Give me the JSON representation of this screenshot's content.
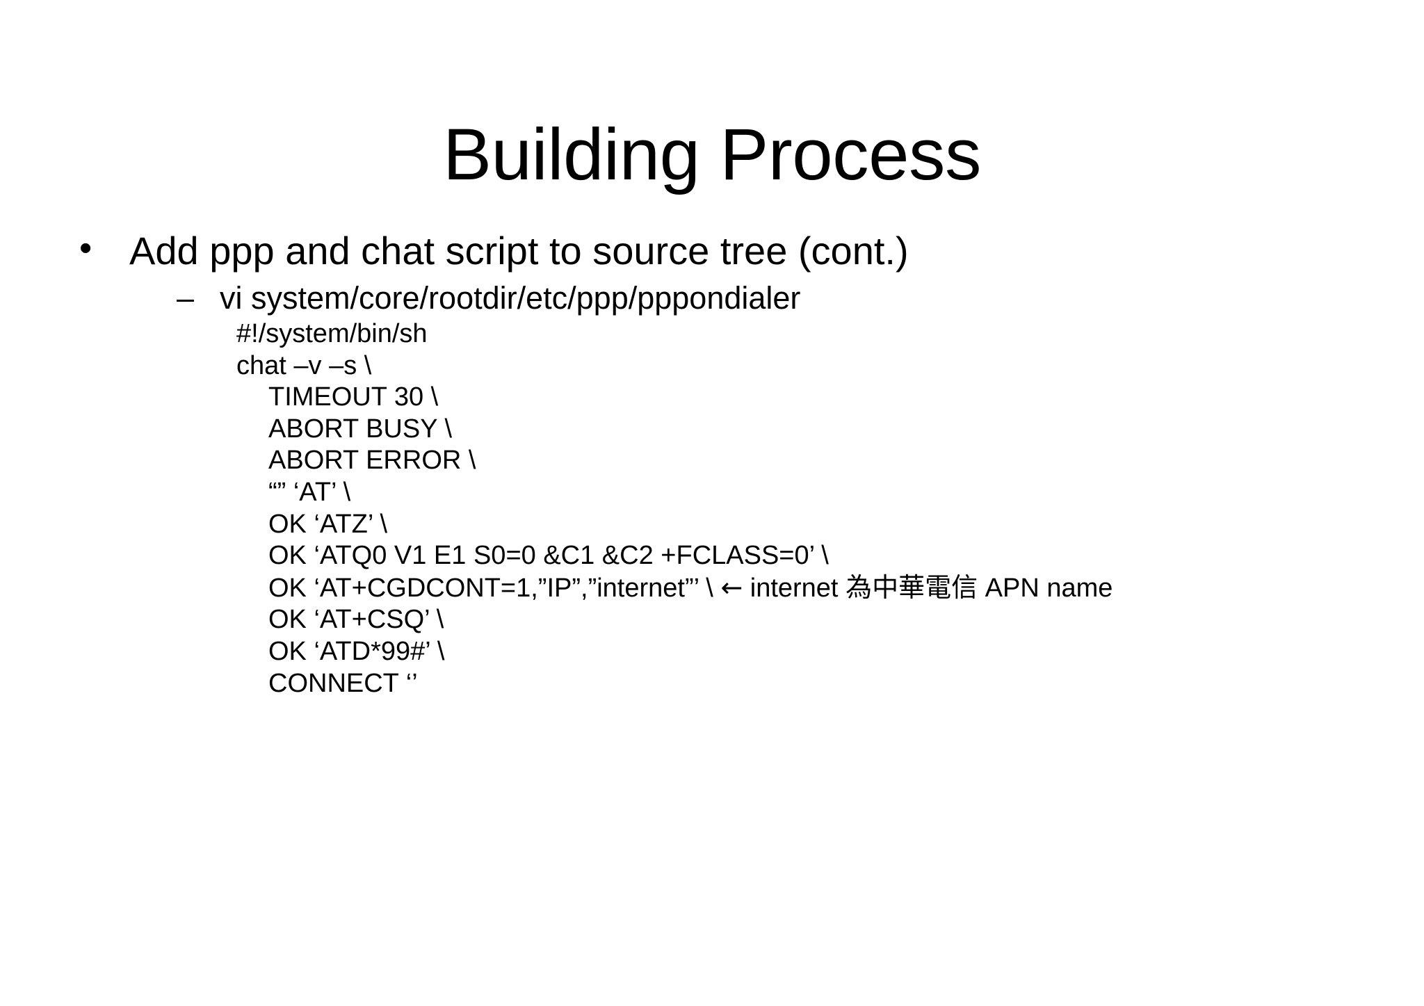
{
  "slide": {
    "title": "Building Process",
    "background_color": "#FFFFFF",
    "text_color": "#000000",
    "bullets": {
      "level1_marker": "•",
      "level2_marker": "–",
      "level1_text": "Add ppp and chat script to source tree (cont.)",
      "level2_text": "vi system/core/rootdir/etc/ppp/pppondialer"
    },
    "code": {
      "line_shebang": "#!/system/bin/sh",
      "line_chat": "chat –v –s \\",
      "line_timeout": "TIMEOUT 30 \\",
      "line_abort_busy": "ABORT BUSY \\",
      "line_abort_error": "ABORT ERROR \\",
      "line_at": "“” ‘AT’ \\",
      "line_atz": "OK ‘ATZ’ \\",
      "line_atq0": "OK ‘ATQ0 V1 E1 S0=0 &C1 &C2 +FCLASS=0’ \\",
      "line_cgdcont": "OK ‘AT+CGDCONT=1,”IP”,”internet”’ \\  internet  為中華電信  APN name",
      "line_csq": "OK ‘AT+CSQ’ \\",
      "line_atd": "OK ‘ATD*99#’ \\",
      "line_connect": "CONNECT ‘’"
    },
    "annotation": {
      "arrow_glyph": "←",
      "note_label": "internet",
      "note_cjk": "為中華電信",
      "note_suffix": "APN name"
    }
  }
}
